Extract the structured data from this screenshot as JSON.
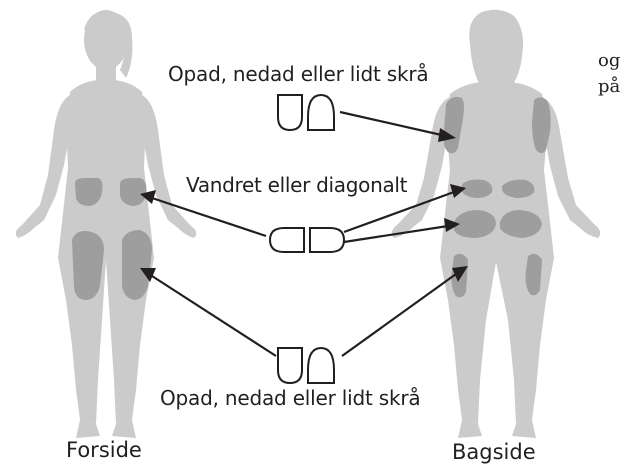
{
  "labels": {
    "top": "Opad, nedad eller lidt skrå",
    "middle": "Vandret eller diagonalt",
    "bottom": "Opad, nedad eller lidt skrå",
    "front": "Forside",
    "back": "Bagside"
  },
  "side_note": {
    "line1": "og",
    "line2": "på"
  },
  "colors": {
    "body": "#cbcbcb",
    "zone": "#9e9e9e",
    "ink": "#231f20"
  }
}
